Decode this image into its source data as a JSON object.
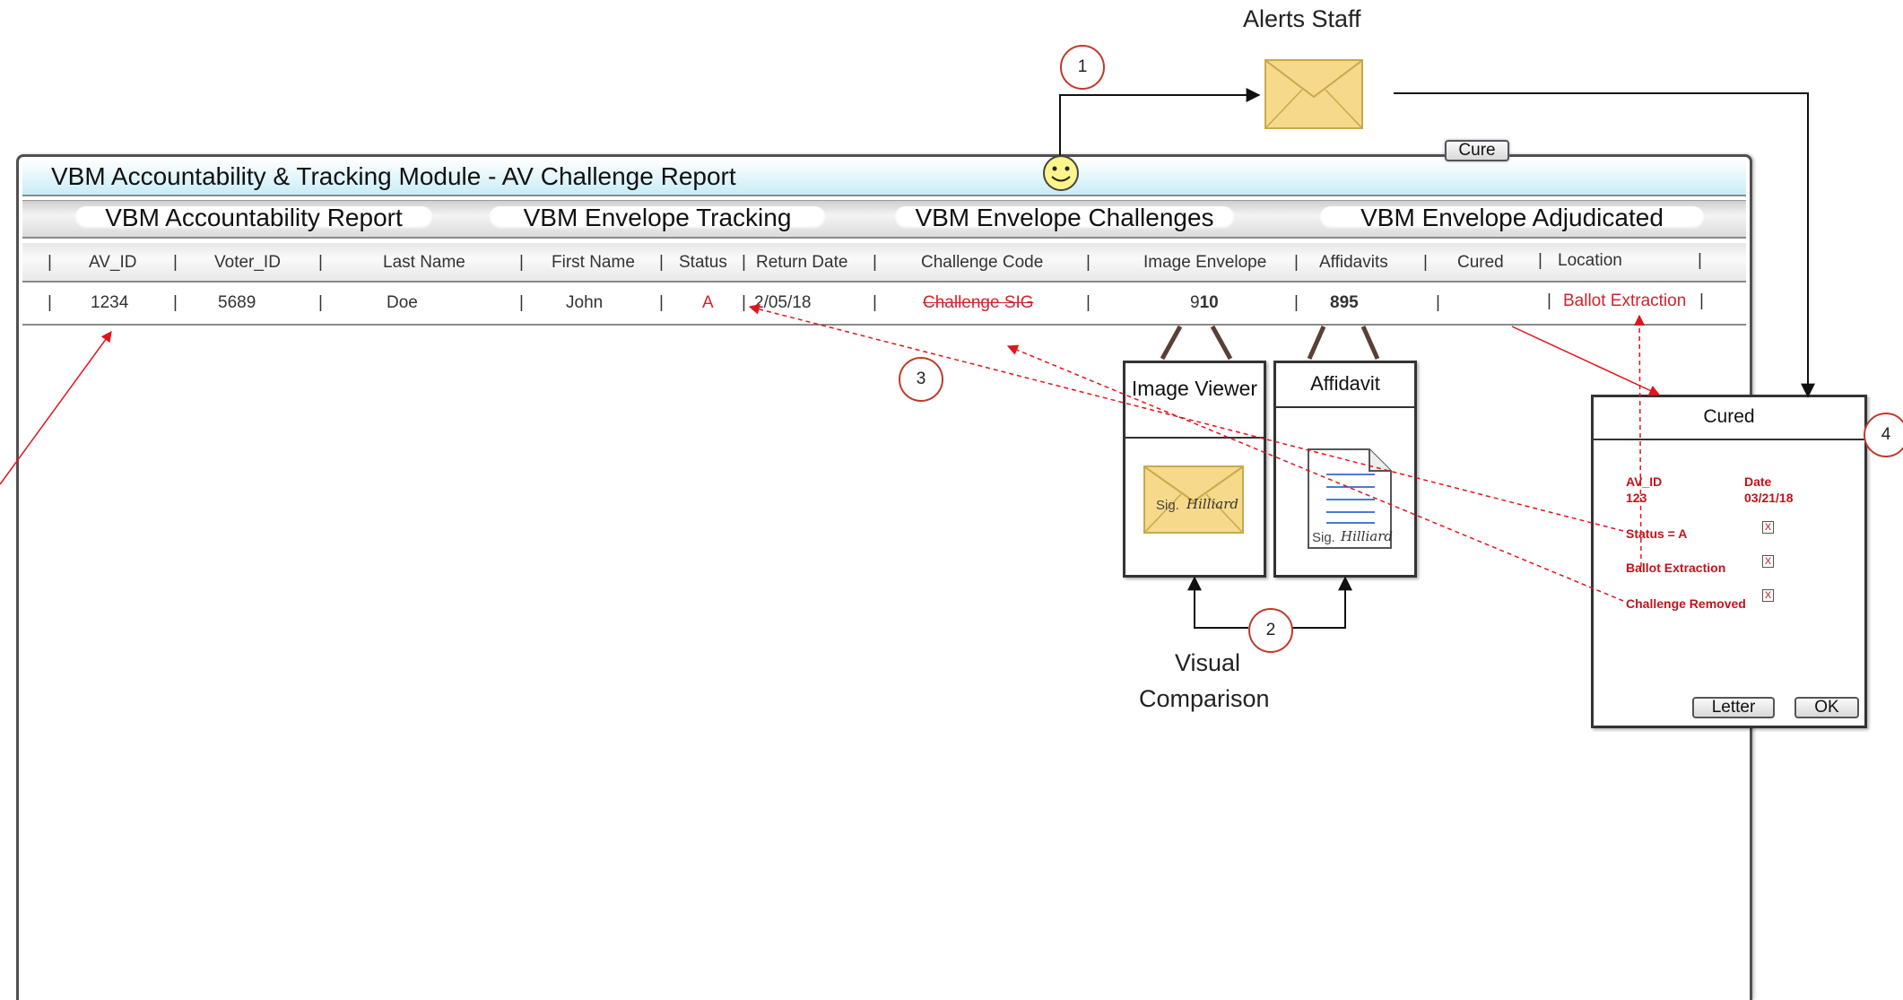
{
  "alerts": {
    "label": "Alerts Staff"
  },
  "window": {
    "title": "VBM Accountability & Tracking Module -  AV Challenge Report",
    "tabs": [
      {
        "label": "VBM Accountability Report"
      },
      {
        "label": "VBM Envelope Tracking"
      },
      {
        "label": "VBM Envelope Challenges"
      },
      {
        "label": "VBM Envelope Adjudicated"
      }
    ]
  },
  "table": {
    "separator": "|",
    "columns": [
      "AV_ID",
      "Voter_ID",
      "Last Name",
      "First Name",
      "Status",
      "Return Date",
      "Challenge Code",
      "Image Envelope",
      "Affidavits",
      "Cured",
      "Location"
    ],
    "row": {
      "av_id": "1234",
      "voter_id": "5689",
      "last_name": "Doe",
      "first_name": "John",
      "status": "A",
      "return_date": "2/05/18",
      "challenge_code": "Challenge SIG",
      "image_envelope_prefix": "9",
      "image_envelope_bold": "10",
      "affidavits": "895",
      "cured_button": "Cure",
      "location": "Ballot Extraction"
    }
  },
  "image_viewer": {
    "title": "Image Viewer",
    "sig_label": "Sig.",
    "signature": "Hilliard"
  },
  "affidavit": {
    "title": "Affidavit",
    "sig_label": "Sig.",
    "signature": "Hilliard"
  },
  "visual_comparison": {
    "line1": "Visual",
    "line2": "Comparison"
  },
  "callouts": [
    "1",
    "2",
    "3",
    "4"
  ],
  "cured_dialog": {
    "title": "Cured",
    "av_id_label": "AV_ID",
    "av_id_value": "123",
    "date_label": "Date",
    "date_value": "03/21/18",
    "items": [
      {
        "label": "Status = A",
        "checked": "X"
      },
      {
        "label": "Ballot Extraction",
        "checked": "X"
      },
      {
        "label": "Challenge Removed",
        "checked": "X"
      }
    ],
    "letter_button": "Letter",
    "ok_button": "OK"
  },
  "colors": {
    "accent_red": "#d0242b",
    "envelope": "#f6d98a",
    "title_bar": "#dff4fb"
  }
}
